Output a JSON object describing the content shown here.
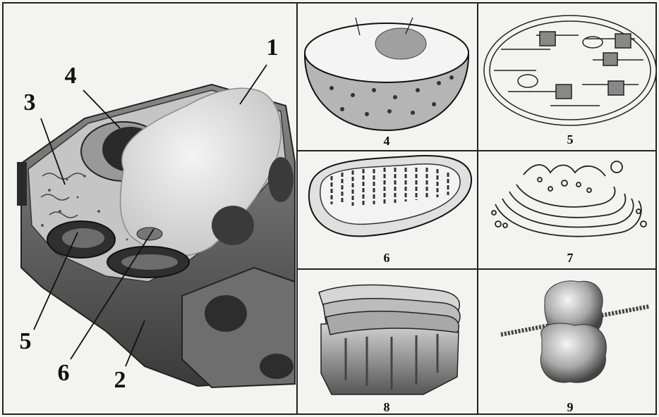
{
  "cell_labels": [
    "1",
    "2",
    "3",
    "4",
    "5",
    "6"
  ],
  "panels": [
    {
      "caption": "4"
    },
    {
      "caption": "5"
    },
    {
      "caption": "6"
    },
    {
      "caption": "7"
    },
    {
      "caption": "8"
    },
    {
      "caption": "9"
    }
  ]
}
